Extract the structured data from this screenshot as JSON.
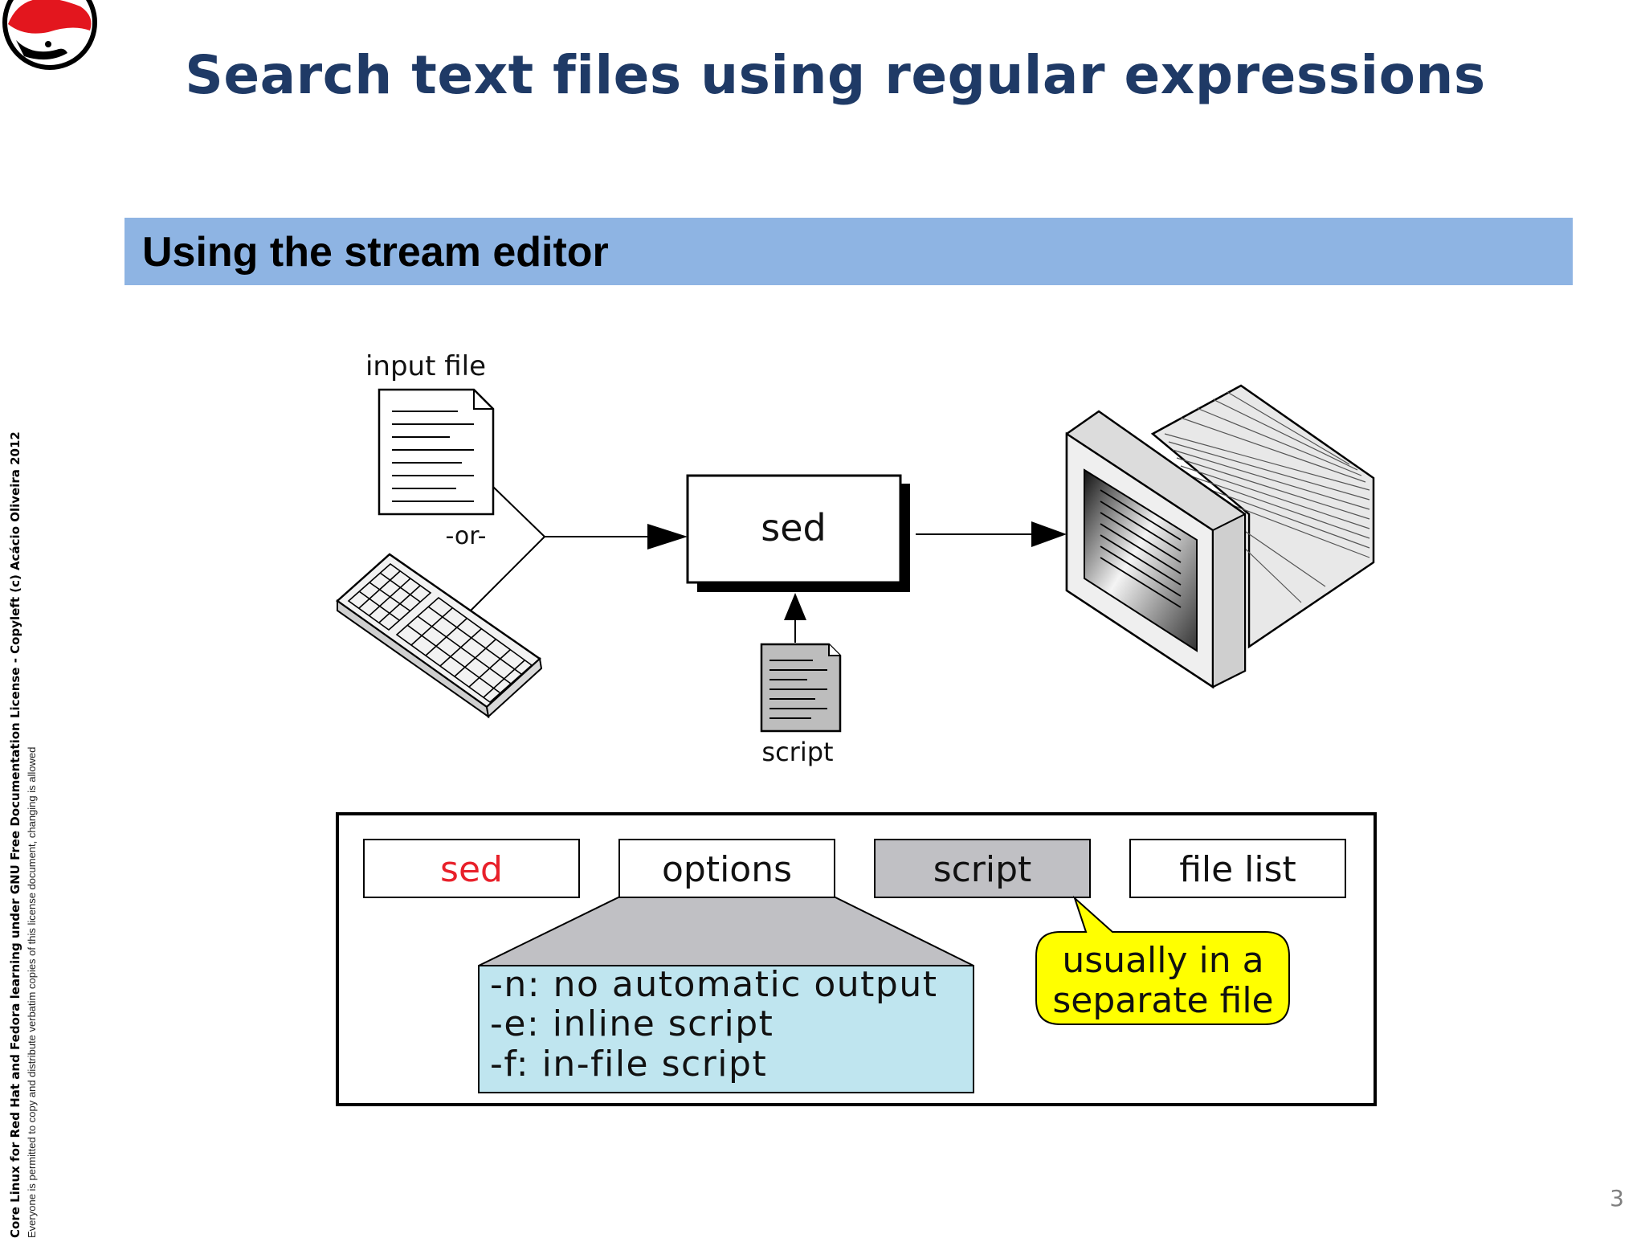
{
  "slide": {
    "title": "Search text files using regular expressions",
    "section_title": "Using the stream editor",
    "page_number": "3",
    "side_note_line1": "Core Linux for Red Hat and Fedora learning under GNU Free Documentation License  - Copyleft (c) Acácio Oliveira 2012",
    "side_note_line2": "Everyone is permitted to copy and distribute verbatim copies of this license document, changing is allowed"
  },
  "diagram": {
    "input_file_label": "input file",
    "or_label": "-or-",
    "sed_box_label": "sed",
    "script_label": "script"
  },
  "syntax": {
    "cmd": "sed",
    "options": "options",
    "script": "script",
    "file_list": "file list",
    "options_detail": [
      "-n: no automatic output",
      "-e: inline script",
      "-f:  in-file script"
    ],
    "callout_lines": [
      "usually in a",
      "separate file"
    ]
  },
  "colors": {
    "title": "#1f3a66",
    "section_bar": "#8eb4e3",
    "sed_red": "#e8202a",
    "script_gray": "#c0c0c4",
    "options_blue": "#bfe5ef",
    "callout_yellow": "#ffff00"
  }
}
